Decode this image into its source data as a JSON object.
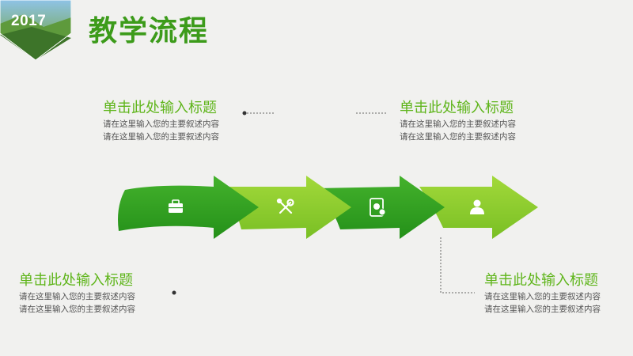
{
  "badge": {
    "year": "2017"
  },
  "title": "教学流程",
  "colors": {
    "title_green": "#3c9b1a",
    "heading_green": "#5fb51b",
    "arrow_dark": "#2f9e25",
    "arrow_light": "#8ccc2c",
    "body_text": "#555555",
    "background": "#f1f1ef"
  },
  "steps": [
    {
      "icon": "briefcase-icon"
    },
    {
      "icon": "tools-icon"
    },
    {
      "icon": "mobile-payment-icon"
    },
    {
      "icon": "user-icon"
    }
  ],
  "blocks": [
    {
      "heading": "单击此处输入标题",
      "line1": "请在这里输入您的主要叙述内容",
      "line2": "请在这里输入您的主要叙述内容"
    },
    {
      "heading": "单击此处输入标题",
      "line1": "请在这里输入您的主要叙述内容",
      "line2": "请在这里输入您的主要叙述内容"
    },
    {
      "heading": "单击此处输入标题",
      "line1": "请在这里输入您的主要叙述内容",
      "line2": "请在这里输入您的主要叙述内容"
    },
    {
      "heading": "单击此处输入标题",
      "line1": "请在这里输入您的主要叙述内容",
      "line2": "请在这里输入您的主要叙述内容"
    }
  ]
}
